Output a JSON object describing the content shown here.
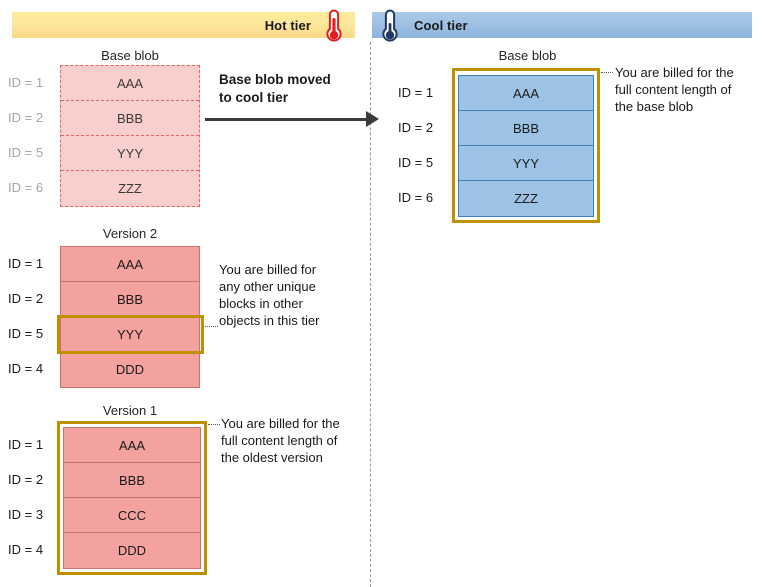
{
  "tiers": {
    "hot": {
      "label": "Hot tier",
      "icon": "thermometer-hot-icon",
      "bar_color": "#fce79b",
      "icon_color": "#e02020"
    },
    "cool": {
      "label": "Cool tier",
      "icon": "thermometer-cool-icon",
      "bar_color": "#9fc1e3",
      "icon_color": "#1f3864"
    }
  },
  "transition": {
    "label_line1": "Base blob moved",
    "label_line2": "to cool tier",
    "arrow": "right-arrow-icon"
  },
  "colors": {
    "pink_fill": "#f4a2a0",
    "pink_faded_fill": "#f9cfcd",
    "pink_border": "#c9726f",
    "pink_dashed_border": "#e06666",
    "blue_fill": "#9cc3e5",
    "blue_border": "#3f7fbf",
    "gold_highlight": "#bf9000",
    "muted_text": "#a6a6a6"
  },
  "tables": {
    "hot_base_blob": {
      "title": "Base blob",
      "style": "dashed-faded",
      "ids_muted": true,
      "rows": [
        {
          "id": "ID = 1",
          "block": "AAA"
        },
        {
          "id": "ID = 2",
          "block": "BBB"
        },
        {
          "id": "ID = 5",
          "block": "YYY"
        },
        {
          "id": "ID = 6",
          "block": "ZZZ"
        }
      ]
    },
    "version_2": {
      "title": "Version 2",
      "style": "pink",
      "ids_muted": false,
      "highlight_row_index": 2,
      "rows": [
        {
          "id": "ID = 1",
          "block": "AAA"
        },
        {
          "id": "ID = 2",
          "block": "BBB"
        },
        {
          "id": "ID = 5",
          "block": "YYY"
        },
        {
          "id": "ID = 4",
          "block": "DDD"
        }
      ]
    },
    "version_1": {
      "title": "Version 1",
      "style": "pink",
      "ids_muted": false,
      "highlight_whole_table": true,
      "rows": [
        {
          "id": "ID = 1",
          "block": "AAA"
        },
        {
          "id": "ID = 2",
          "block": "BBB"
        },
        {
          "id": "ID = 3",
          "block": "CCC"
        },
        {
          "id": "ID = 4",
          "block": "DDD"
        }
      ]
    },
    "cool_base_blob": {
      "title": "Base blob",
      "style": "blue",
      "ids_muted": false,
      "highlight_whole_table": true,
      "rows": [
        {
          "id": "ID = 1",
          "block": "AAA"
        },
        {
          "id": "ID = 2",
          "block": "BBB"
        },
        {
          "id": "ID = 5",
          "block": "YYY"
        },
        {
          "id": "ID = 6",
          "block": "ZZZ"
        }
      ]
    }
  },
  "annotations": {
    "cool_base_blob": {
      "line1": "You are billed for the",
      "line2": "full content length of",
      "line3": "the base blob"
    },
    "version_2": {
      "line1": "You are billed for",
      "line2": "any other unique",
      "line3": "blocks in other",
      "line4": "objects in this tier"
    },
    "version_1": {
      "line1": "You are billed for the",
      "line2": "full content length of",
      "line3": "the oldest version"
    }
  }
}
